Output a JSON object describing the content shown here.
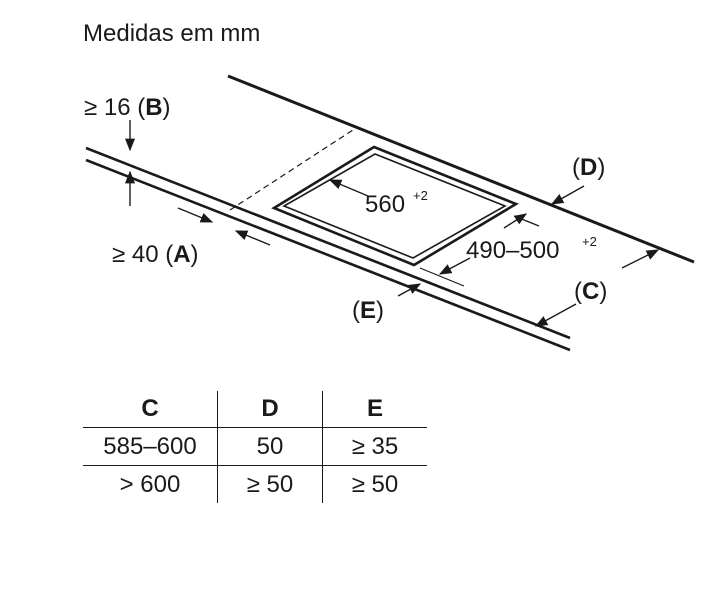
{
  "title": "Medidas em mm",
  "labels": {
    "b_prefix": "≥ 16 (",
    "b_letter": "B",
    "b_suffix": ")",
    "a_prefix": "≥ 40 (",
    "a_letter": "A",
    "a_suffix": ")",
    "d_prefix": "(",
    "d_letter": "D",
    "d_suffix": ")",
    "c_prefix": "(",
    "c_letter": "C",
    "c_suffix": ")",
    "e_prefix": "(",
    "e_letter": "E",
    "e_suffix": ")",
    "width_value": "560",
    "width_tolerance": "+2",
    "depth_value": "490–500",
    "depth_tolerance": "+2"
  },
  "table": {
    "headers": [
      "C",
      "D",
      "E"
    ],
    "rows": [
      [
        "585–600",
        "50",
        "≥ 35"
      ],
      [
        "> 600",
        "≥ 50",
        "≥ 50"
      ]
    ]
  }
}
